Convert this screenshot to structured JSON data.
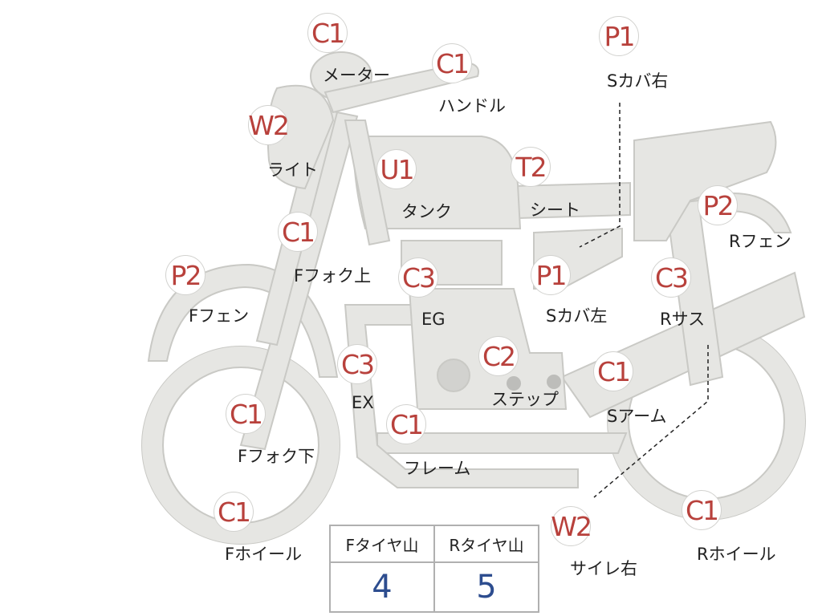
{
  "diagram": {
    "parts": [
      {
        "code": "C1",
        "label": "メーター"
      },
      {
        "code": "C1",
        "label": "ハンドル"
      },
      {
        "code": "P1",
        "label": "Sカバ右"
      },
      {
        "code": "W2",
        "label": "ライト"
      },
      {
        "code": "U1",
        "label": "タンク"
      },
      {
        "code": "T2",
        "label": "シート"
      },
      {
        "code": "P2",
        "label": "Rフェン"
      },
      {
        "code": "C1",
        "label": "Fフォク上"
      },
      {
        "code": "P2",
        "label": "Fフェン"
      },
      {
        "code": "C3",
        "label": "EG"
      },
      {
        "code": "P1",
        "label": "Sカバ左"
      },
      {
        "code": "C3",
        "label": "Rサス"
      },
      {
        "code": "C3",
        "label": "EX"
      },
      {
        "code": "C2",
        "label": "ステップ"
      },
      {
        "code": "C1",
        "label": "Sアーム"
      },
      {
        "code": "C1",
        "label": "Fフォク下"
      },
      {
        "code": "C1",
        "label": "フレーム"
      },
      {
        "code": "C1",
        "label": "Fホイール"
      },
      {
        "code": "W2",
        "label": "サイレ右"
      },
      {
        "code": "C1",
        "label": "Rホイール"
      }
    ],
    "tire_table": {
      "headers": [
        "Fタイヤ山",
        "Rタイヤ山"
      ],
      "values": [
        "4",
        "5"
      ]
    },
    "colors": {
      "code_text": "#b8413c",
      "tire_value": "#2d4d8f",
      "body_fill": "#e6e6e3"
    }
  }
}
